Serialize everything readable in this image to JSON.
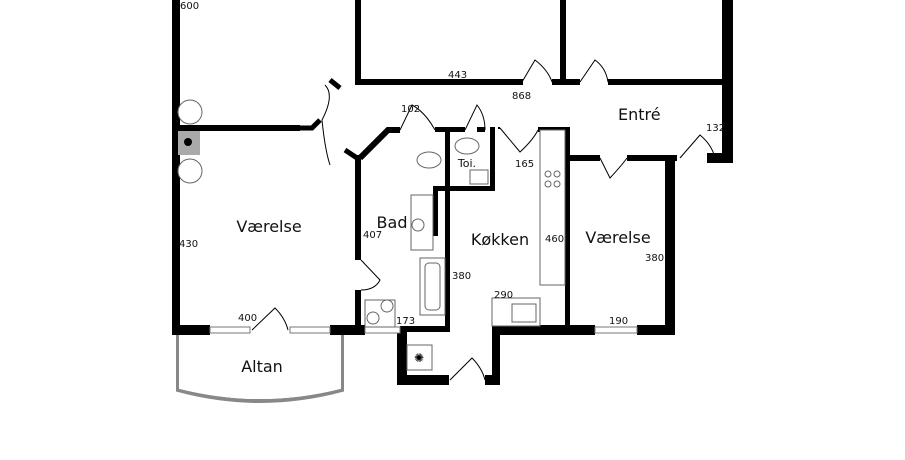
{
  "rooms": {
    "entre": "Entré",
    "vaerelse_left": "Værelse",
    "bad": "Bad",
    "toilet": "Toi.",
    "kokken": "Køkken",
    "vaerelse_right": "Værelse",
    "altan": "Altan"
  },
  "dimensions": {
    "d600": "600",
    "d443": "443",
    "d868": "868",
    "d102": "102",
    "d132": "132",
    "d165": "165",
    "d430": "430",
    "d407": "407",
    "d460": "460",
    "d380_bad": "380",
    "d380_right": "380",
    "d290": "290",
    "d400": "400",
    "d173": "173",
    "d190": "190"
  }
}
